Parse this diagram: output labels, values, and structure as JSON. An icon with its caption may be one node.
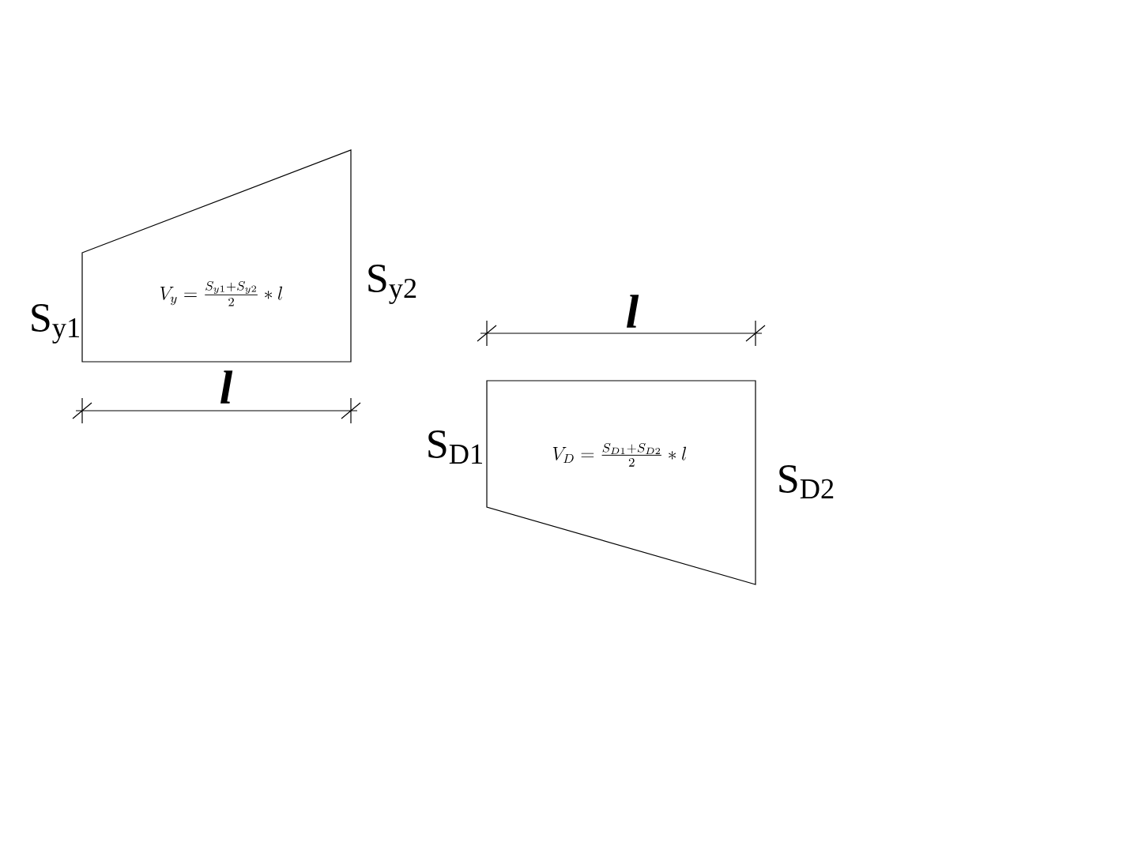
{
  "diagram": {
    "nodes": [
      {
        "text": [
          "V_y = \\frac{S_{y1}+S_{y2}}{2}*l"
        ]
      },
      {
        "text": [
          "V_D = \\frac{S_{D1}+S_{D2}}{2}*l"
        ]
      }
    ],
    "labels": [
      "S$_{y2}$",
      "l",
      "S$_{y1}$",
      "l",
      "S$_{D1}$",
      "S$_{D2}$"
    ]
  }
}
